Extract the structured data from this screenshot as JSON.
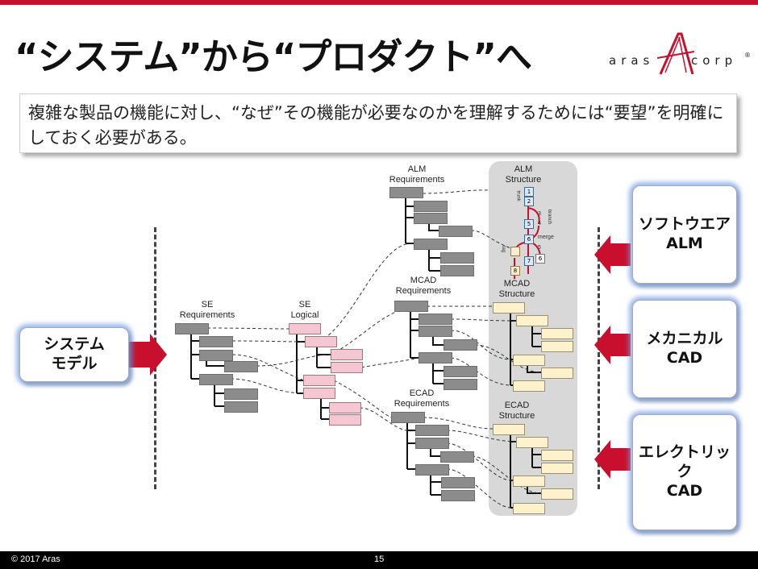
{
  "slide": {
    "title": "“システム”から“プロダクト”へ",
    "callout": "複雑な製品の機能に対し、“なぜ”その機能が必要なのかを理解するためには“要望”を明確にしておく必要がある。",
    "footer_copyright": "© 2017 Aras",
    "page_number": "15"
  },
  "logo": {
    "left_text": "aras",
    "right_text": "corp",
    "mark": "®"
  },
  "colors": {
    "accent": "#c8102e",
    "arrow": "#c8102e",
    "gray_node": "#8c8c8c",
    "pink_node": "#f6c6d2",
    "yellow_node": "#fdf2cc",
    "glow": "#78a0e6"
  },
  "boxes": {
    "left": "システム\nモデル",
    "right_alm": "ソフトウエア\nALM",
    "right_mcad": "メカニカル\nCAD",
    "right_ecad": "エレクトリッ\nク\nCAD"
  },
  "labels": {
    "se_requirements": "SE\nRequirements",
    "se_logical": "SE\nLogical",
    "alm_requirements": "ALM\nRequirements",
    "mcad_requirements": "MCAD\nRequirements",
    "ecad_requirements": "ECAD\nRequirements",
    "alm_structure": "ALM\nStructure",
    "mcad_structure": "MCAD\nStructure",
    "ecad_structure": "ECAD\nStructure"
  },
  "alm_graph": {
    "nodes": [
      "1",
      "2",
      "3",
      "4",
      "5",
      "6",
      "5",
      "6",
      "7",
      "8"
    ],
    "labels": {
      "trunk": "trunk",
      "branch": "branch",
      "merge": "merge",
      "tag": "tag"
    }
  }
}
